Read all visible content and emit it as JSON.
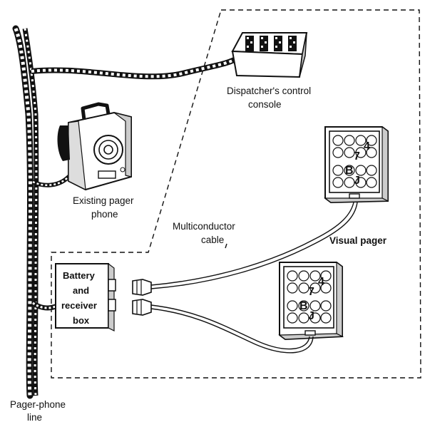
{
  "diagram": {
    "labels": {
      "dispatcher_line1": "Dispatcher's control",
      "dispatcher_line2": "console",
      "pager_phone_line1": "Existing pager",
      "pager_phone_line2": "phone",
      "cable_line1": "Multiconductor",
      "cable_line2": "cable",
      "visual_pager": "Visual pager",
      "battery_line1": "Battery",
      "battery_line2": "and",
      "battery_line3": "receiver",
      "battery_line4": "box",
      "line_line1": "Pager-phone",
      "line_line2": "line"
    },
    "pager_display": {
      "upper": [
        "4",
        "7",
        "B",
        "J"
      ],
      "lower": [
        "4",
        "7",
        "B",
        "J"
      ]
    },
    "colors": {
      "ink": "#111111",
      "paper": "#ffffff",
      "shade": "#d9d9d9"
    }
  }
}
